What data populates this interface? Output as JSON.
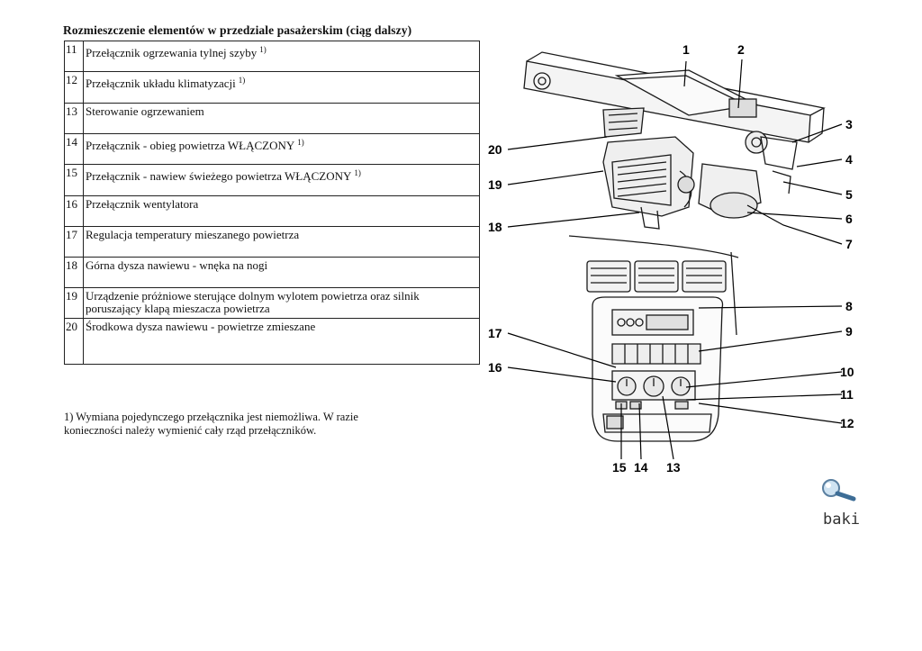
{
  "title": "Rozmieszczenie elementów w przedziale pasażerskim (ciąg dalszy)",
  "rows": [
    {
      "num": "11",
      "text": "Przełącznik ogrzewania tylnej szyby",
      "note": "1)"
    },
    {
      "num": "12",
      "text": "Przełącznik układu klimatyzacji",
      "note": "1)"
    },
    {
      "num": "13",
      "text": "Sterowanie ogrzewaniem",
      "note": ""
    },
    {
      "num": "14",
      "text": "Przełącznik - obieg powietrza WŁĄCZONY",
      "note": "1)"
    },
    {
      "num": "15",
      "text": "Przełącznik - nawiew świeżego powietrza WŁĄCZONY",
      "note": "1)"
    },
    {
      "num": "16",
      "text": "Przełącznik wentylatora",
      "note": ""
    },
    {
      "num": "17",
      "text": "Regulacja temperatury mieszanego powietrza",
      "note": ""
    },
    {
      "num": "18",
      "text": "Górna dysza nawiewu - wnęka na nogi",
      "note": ""
    },
    {
      "num": "19",
      "text": "Urządzenie próżniowe sterujące dolnym wylotem powietrza oraz silnik poruszający klapą mieszacza powietrza",
      "note": ""
    },
    {
      "num": "20",
      "text": "Środkowa dysza nawiewu - powietrze zmieszane",
      "note": ""
    }
  ],
  "footnote": {
    "line1": "1)  Wymiana pojedynczego przełącznika jest niemożliwa. W razie",
    "line2": "konieczności należy wymienić cały rząd przełączników."
  },
  "figure": {
    "labels": [
      "1",
      "2",
      "3",
      "4",
      "5",
      "6",
      "7",
      "8",
      "9",
      "10",
      "11",
      "12",
      "13",
      "14",
      "15",
      "16",
      "17",
      "18",
      "19",
      "20"
    ]
  },
  "logo_text": "baki"
}
